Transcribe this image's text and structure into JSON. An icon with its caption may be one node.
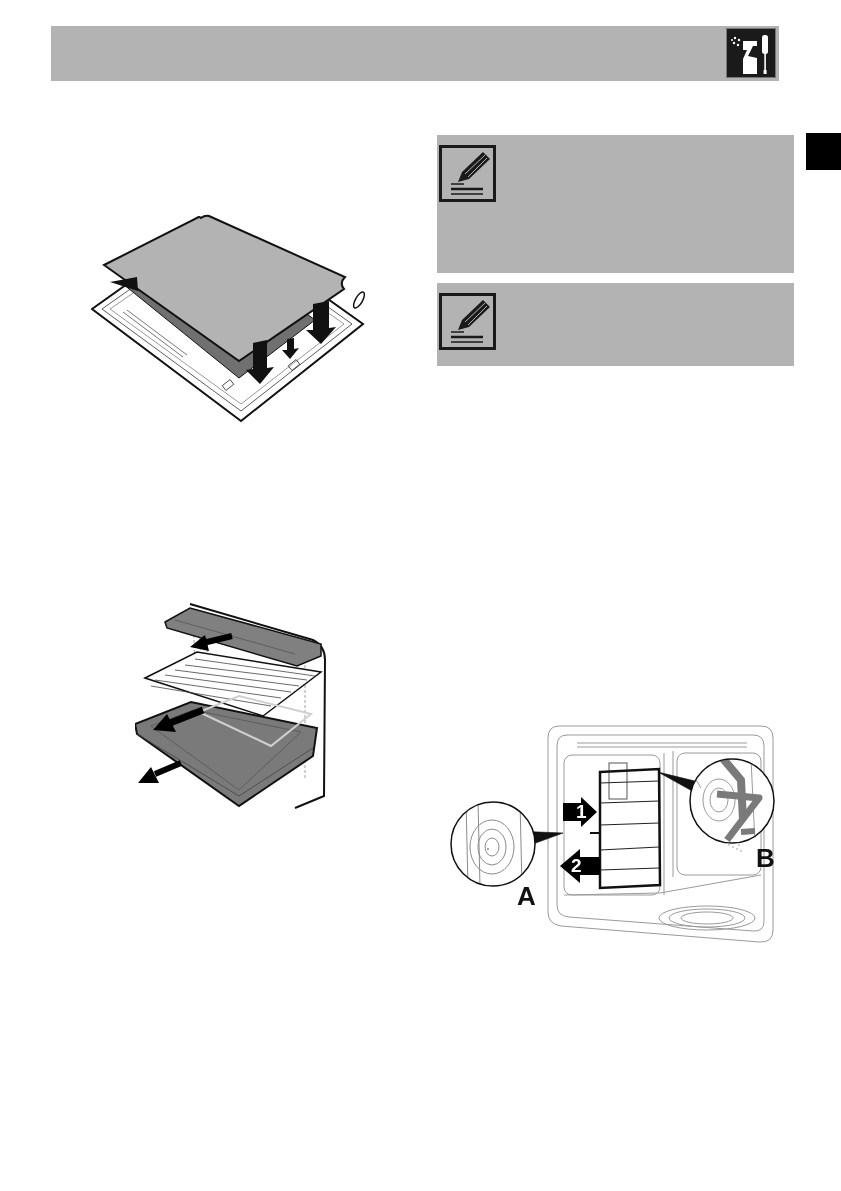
{
  "diagram": {
    "nodes": [
      {
        "text": [
          "A"
        ]
      },
      {
        "text": [
          "B"
        ]
      }
    ],
    "edges": [
      {
        "from": 0,
        "to": null,
        "arrow": "to"
      },
      {
        "from": 1,
        "to": null,
        "arrow": "to"
      }
    ],
    "labels": [
      "1",
      "2"
    ]
  }
}
